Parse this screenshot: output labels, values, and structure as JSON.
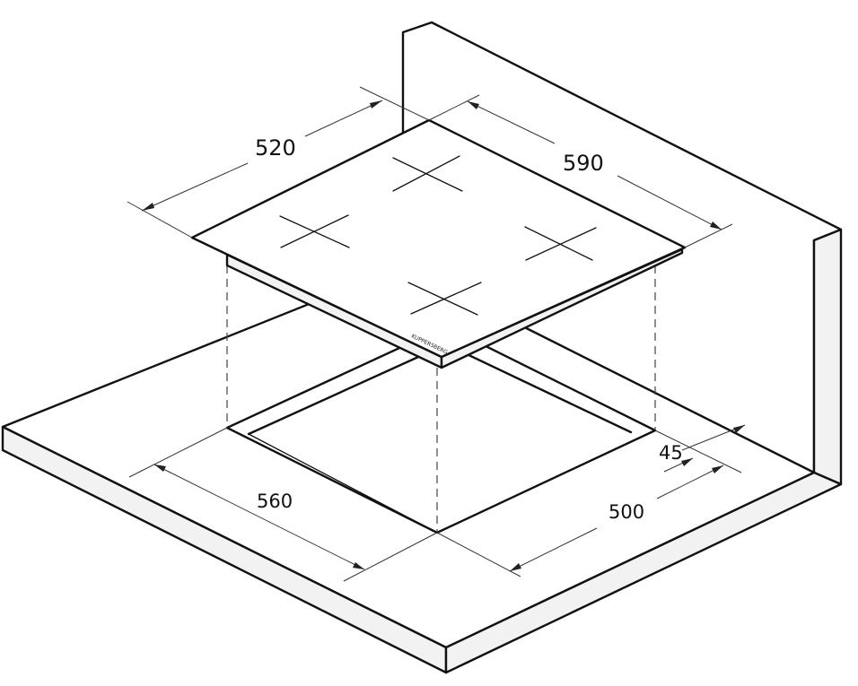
{
  "dimensions": {
    "hob_depth": "520",
    "hob_width": "590",
    "cutout_width": "560",
    "cutout_depth": "500",
    "wall_clearance": "45"
  },
  "brand_mark": "KUPPERSBERG"
}
